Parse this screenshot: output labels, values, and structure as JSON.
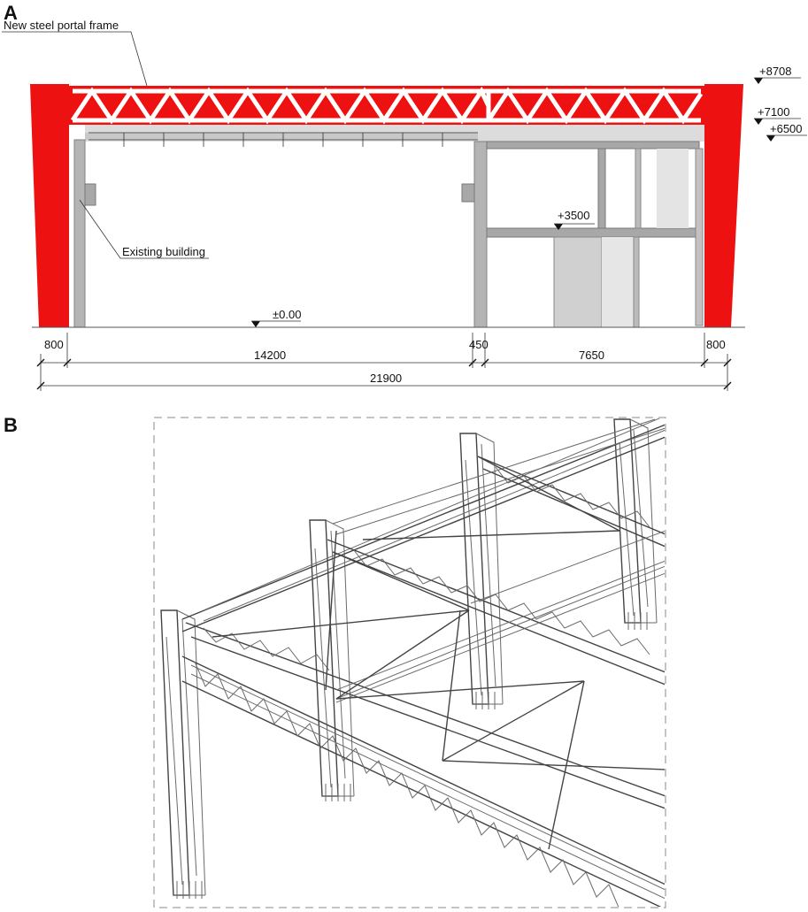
{
  "panel_a": {
    "letter": "A",
    "label_new_frame": "New steel portal frame",
    "label_existing": "Existing building",
    "levels": {
      "top": "+8708",
      "l7100": "+7100",
      "l6500": "+6500",
      "mid": "+3500",
      "ground": "±0.00"
    },
    "dimensions": {
      "left_col": "800",
      "span_main": "14200",
      "wall": "450",
      "span_side": "7650",
      "right_col": "800",
      "total": "21900"
    },
    "colors": {
      "frame": "#ee1111",
      "existing": "#b4b4b4"
    }
  },
  "panel_b": {
    "letter": "B"
  }
}
